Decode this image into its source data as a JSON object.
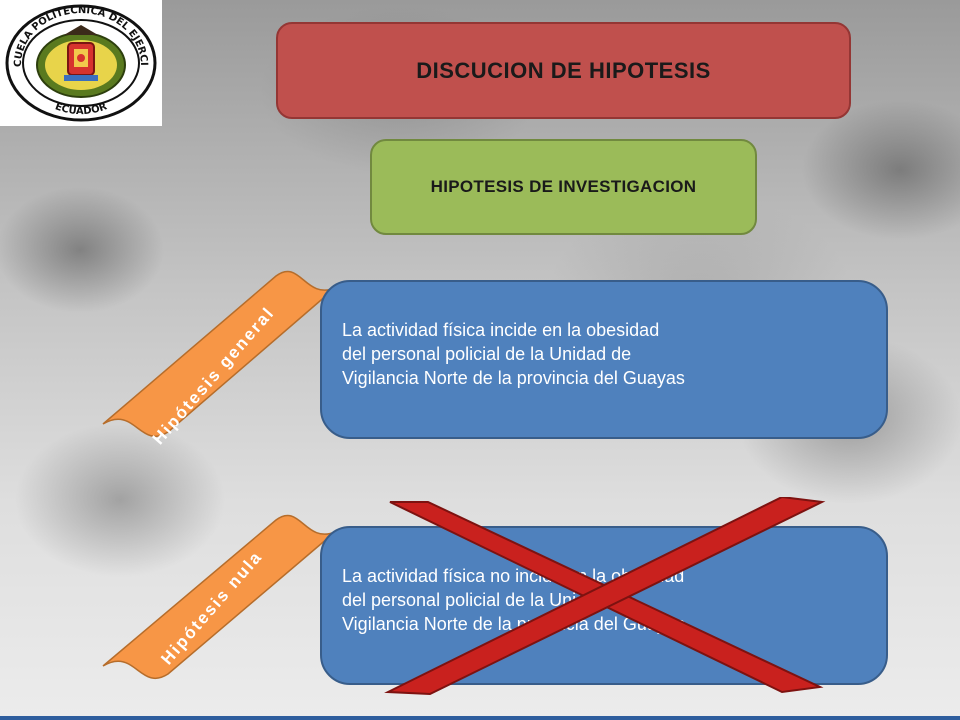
{
  "logo": {
    "top_text": "ESCUELA POLITECNICA DEL EJERCITO",
    "bottom_text": "ECUADOR"
  },
  "title": "DISCUCION DE HIPOTESIS",
  "subtitle": "HIPOTESIS DE INVESTIGACION",
  "general": {
    "tag": "Hipótesis general",
    "text": " La actividad física  incide  en la obesidad\ndel personal policial de la Unidad de\nVigilancia Norte de la provincia del Guayas"
  },
  "null": {
    "tag": "Hipótesis nula",
    "text": " La actividad física no incide en la obesidad\ndel personal policial de la Unidad de\nVigilancia Norte de la provincia del Guayas"
  },
  "colors": {
    "title_fill": "#c0504d",
    "subtitle_fill": "#9bbb59",
    "hypothesis_fill": "#4f81bd",
    "tag_fill": "#f79646",
    "cross": "#c9211e"
  }
}
